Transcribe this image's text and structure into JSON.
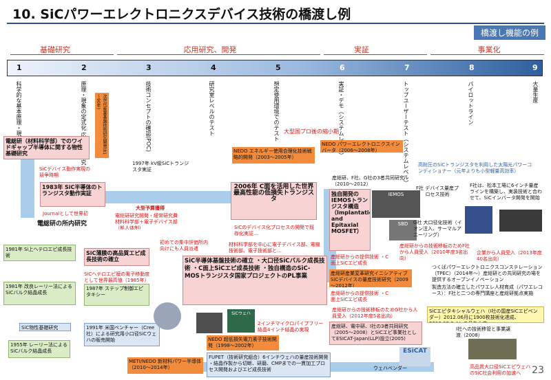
{
  "title": "10. SiCパワーエレクトロニクスデバイス技術の橋渡し例",
  "banner": "橋渡し機能の例",
  "phases": [
    "基礎研究",
    "応用研究、開発",
    "実証",
    "事業化"
  ],
  "scale": {
    "numbers": [
      "1",
      "2",
      "3",
      "4",
      "5",
      "6",
      "7",
      "8",
      "9"
    ],
    "labels": [
      "科学的な基本原理・現象の発見",
      "原理・現象の定式化 応用的な研究",
      "技術コンセプトの確認(POC)",
      "研究室レベルのテスト",
      "想定使用環境でのテスト",
      "実証・デモ（システムレベル）",
      "トップユーザーテスト（システムレベル）",
      "パイロットライン",
      "大量生産"
    ]
  },
  "boxes": {
    "b1": "電総研（材料科学部）でのワイドギャップ半導体に関する物性基礎研究",
    "b2": "次世代産業基盤技術研究開発(81～90年)",
    "b3": "SiCデバイス動作実現の競争時期",
    "b4": "1983年 SiC半導体のトランジスタ動作実証",
    "b5": "Journalとして世界初",
    "b6": "電総研の所内研究",
    "b7": "1997年 kV級SiCトランジスタ実証",
    "b8": "大型予算獲得",
    "b9": "電総研研究開発・経常研究費 材料科学部＋電子デバイス部（拠人体制）",
    "b10": "NEDO エネルギー使用合理化技術戦略的開発（2003～2005年）",
    "b11": "2006年 C面を活用した世界最高性能の低損失トランジスタ",
    "b12": "SiCのデバイス化プロセスの開発で既存化実証…",
    "b13": "NEDO パワーエレクトロニクスインバータ（2006～2008年）",
    "b14": "大型国プロ後の縮小期",
    "b15": "1981年 Si上ヘテロエピ成長技術",
    "b16": "SiC薄膜の高品質エピ成長技術の確立",
    "b17": "SiCヘテロエピ膜の電子移動度として世界最高値（1985年）",
    "b18": "初めての集中評価所内向けにも人員派遣",
    "b19": "材料科学部を中心に電子デバイス部、電機技術部、電子技術部と…",
    "b20": "1981年 改良レーリー法によるSiCバルク結晶成長",
    "b21": "1987年 ステップ制御エピタキシー",
    "b22": "SiC物性基礎研究",
    "b23": "1955年 レーリー法によるSiCバルク結晶成長",
    "b24": "1991年 米国ベンチャー（Cree社）による研究用小口径SiCウェハの販売開始",
    "b25": "SiC半導体基盤技術の確立 ・大口径SiCバルク成長技術 ・C面上SiCエピ成長技術 ・独自構造のSiC-MOSトランジスタ国家プロジェクトのPL事業",
    "b26": "NEDO 超低損失電力素子技術開発（1998～2002年）",
    "b27": "2インチマイクロパイプフリー結晶4インチ結晶の実現",
    "b28": "METI/NEDO 新材料パワー半導体（2010～2014年）",
    "b29": "FUPET（技術研究組合）6インチウェハの量産技術開発 ・結晶作製から切断、研磨、CMPまでの一貫加工プロセス開発およびエピ成長技術",
    "b30": "産総研、F社、G社の3者共同研究（2010～2012）",
    "b31": "独自開発のIEMOSトランジスタ構造（Implantation and Epitaxial MOSFET）",
    "b32": "産総研からの技術移転のためF社から人員受入（2010年度3名出向）",
    "b33": "産総研からの提供技術 ・C面上SiCエピ成長",
    "b34": "産総研産業変革研究イニシアティブ SiCデバイスの量産技術研究（2009～2012年）",
    "b35": "産総研からの提供技術 ・C面上SiCエピ成長",
    "b36": "産総研からの技術移転のためG社から人員受入（2012年度5名出向）",
    "b37": "産総研、電中研、I社の3者共同研究（2005～2008）とSiCエピ事業社としてESICAT-Japan(LLP)設立(2005)",
    "b38": "ウェハベンダー",
    "b39": "高耐圧のSiCトランジスタを利用した太陽光パワーコンディショナー（元年よりも小型軽量高効率）",
    "b40": "F社 デバイス量産プロセス技術",
    "b41": "F社は、松本工場に6インチ量産ラインを構築し、実装技術と合わせて、SiCインバータ開発を開始",
    "b42": "G社 大口径化技術（イオン注入、サーマルアニーリング）",
    "b43": "企業から人員受入（2013年度40名出向）",
    "b44": "つくばパワーエレクトロニクスコンステレーション（TPEC）（2014年～）産総研との共同研究の場を提供するオープンイノベーション",
    "b45": "製造方法の確立したパワエレ人材育成（パワエレコース）：F社と二つの専門講座と産総研拠点実施",
    "b46": "SiCエピタキシャルウェハ（I社の国産SiCエピベンダー）2012.06月に1900枚技術化達成、2013.09.6インチ品を上市",
    "b47": "I社への技術移管と事業譲渡（2008）",
    "b48": "高品質大口径SiCエピウェハのSiC社会利用の加速へ"
  },
  "photo_labels": {
    "p1": "IEMOS",
    "p2": "SBD",
    "p3": "SiCウェハ",
    "p4": "ESiCAT"
  },
  "page_number": "23",
  "colors": {
    "accent_blue": "#4a78b4",
    "pink": "#f7d3d3",
    "green": "#d9ecc6",
    "orange": "#f28c3c"
  }
}
